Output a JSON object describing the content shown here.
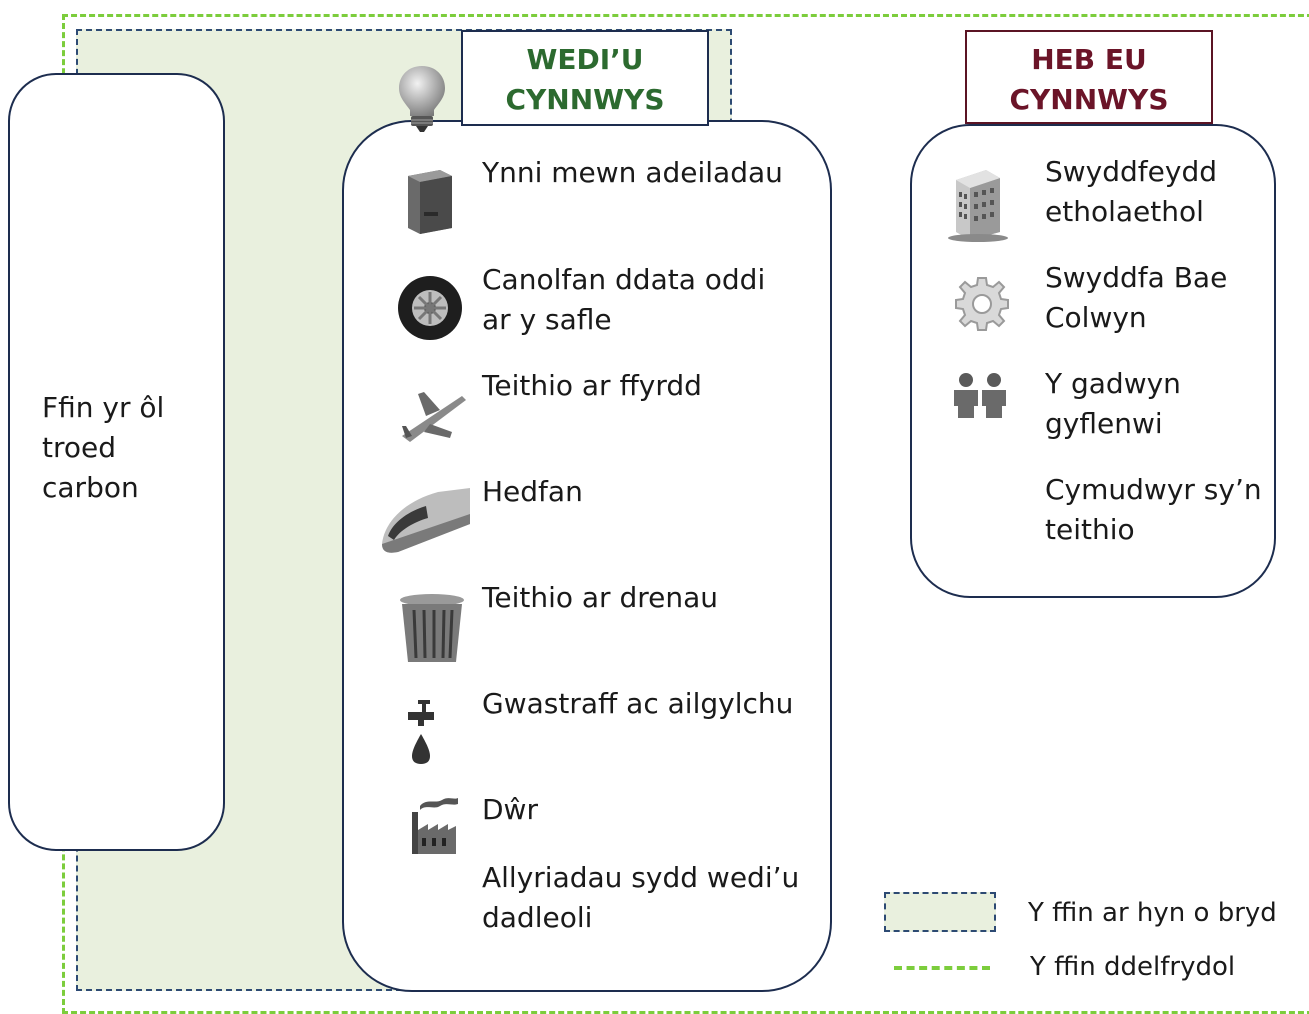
{
  "boundary_label": "Ffin yr ôl troed carbon",
  "included": {
    "header": "WEDI’U CYNNWYS",
    "header_icon": "lightbulb-icon",
    "items": [
      {
        "label": "Ynni mewn adeiladau",
        "icon": "server-icon"
      },
      {
        "label": "Canolfan ddata oddi ar y safle",
        "icon": "tyre-icon"
      },
      {
        "label": "Teithio ar ffyrdd",
        "icon": "airplane-icon"
      },
      {
        "label": "Hedfan",
        "icon": "train-icon"
      },
      {
        "label": "Teithio ar drenau",
        "icon": "trash-can-icon"
      },
      {
        "label": "Gwastraff ac ailgylchu",
        "icon": "water-tap-icon"
      },
      {
        "label": "Dŵr",
        "icon": "factory-icon"
      },
      {
        "label": "Allyriadau sydd wedi’u dadleoli",
        "icon": ""
      }
    ]
  },
  "excluded": {
    "header": "HEB EU CYNNWYS",
    "items": [
      {
        "label": "Swyddfeydd etholaethol",
        "icon": "office-building-icon"
      },
      {
        "label": "Swyddfa Bae Colwyn",
        "icon": "gear-icon"
      },
      {
        "label": "Y gadwyn gyflenwi",
        "icon": "people-icon"
      },
      {
        "label": "Cymudwyr sy’n teithio",
        "icon": ""
      }
    ]
  },
  "legend": {
    "current_boundary": "Y ffin ar hyn o bryd",
    "ideal_boundary": "Y ffin ddelfrydol"
  },
  "colors": {
    "ideal_boundary": "#7ccd3c",
    "current_boundary_fill": "#e9f0de",
    "current_boundary_border": "#2d4a73",
    "included_header": "#2c6a2f",
    "excluded_header": "#6b1428"
  }
}
